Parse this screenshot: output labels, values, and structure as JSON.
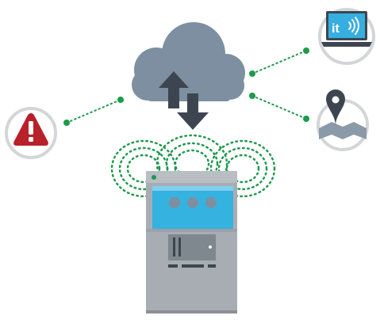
{
  "diagram": {
    "laptop_badge": {
      "text": "it"
    },
    "nodes": [
      {
        "name": "cloud",
        "icon": "cloud-sync-icon"
      },
      {
        "name": "alert",
        "icon": "warning-icon"
      },
      {
        "name": "laptop",
        "icon": "laptop-icon"
      },
      {
        "name": "location",
        "icon": "map-pin-icon"
      },
      {
        "name": "kiosk",
        "icon": "atm-kiosk-icon"
      }
    ],
    "colors": {
      "cloud": "#7d8fa0",
      "arrow": "#3d4650",
      "dotted_link": "#1d9a4b",
      "alert_red": "#b8202a",
      "circle_ring": "#d3d6d9",
      "kiosk_body": "#a8adb3",
      "kiosk_screen": "#35b3e0",
      "laptop_screen": "#36aee0",
      "pin": "#3d4650",
      "map": "#8b9aa8"
    }
  }
}
